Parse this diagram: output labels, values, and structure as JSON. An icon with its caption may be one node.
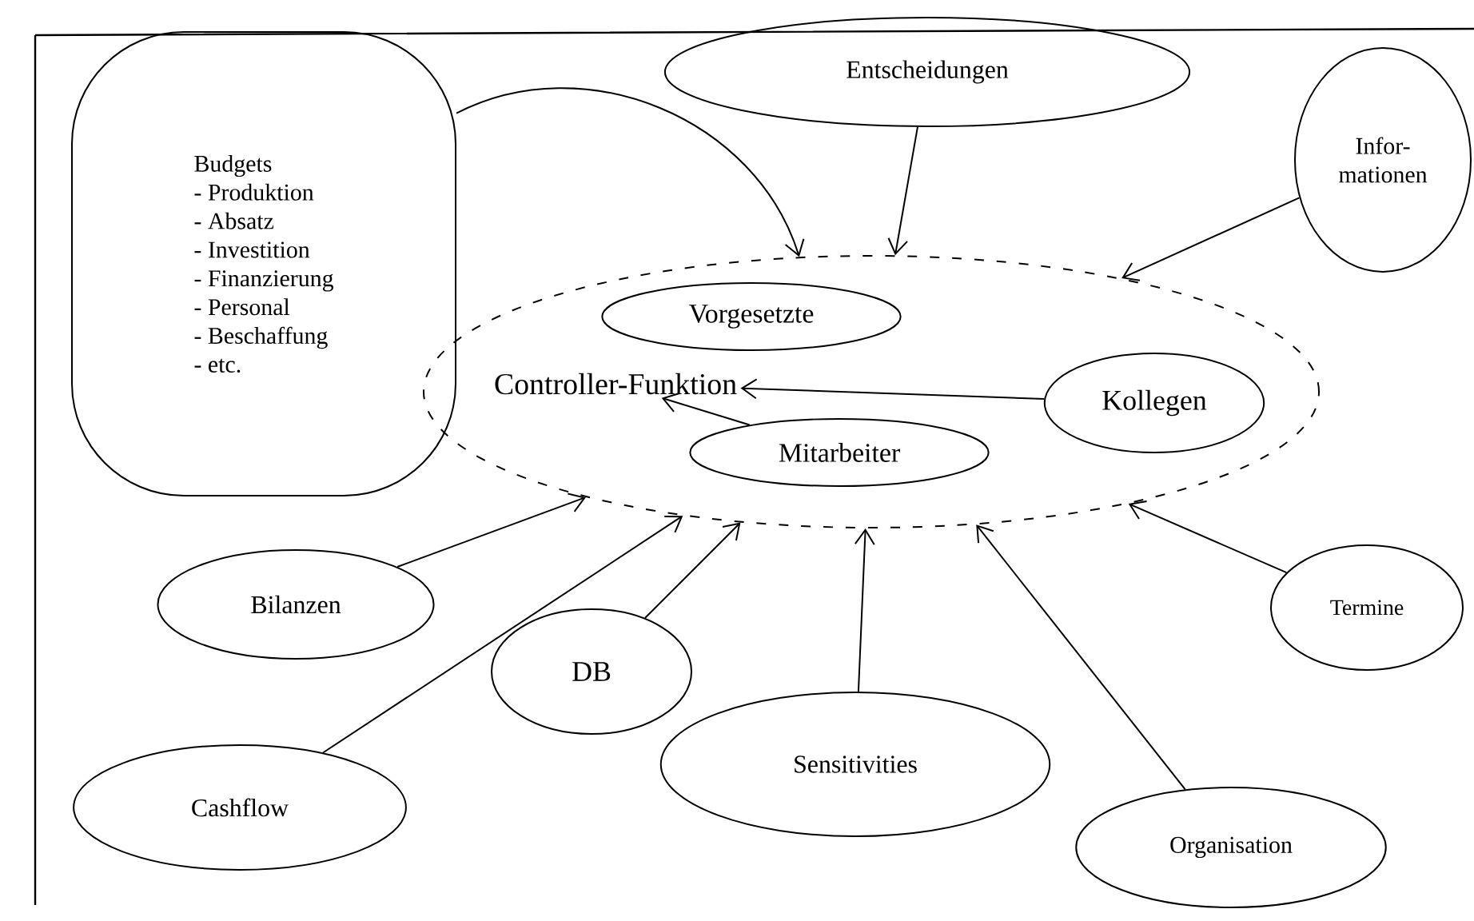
{
  "diagram": {
    "nodes": [
      {
        "text": [
          "Budgets",
          "- Produktion",
          "- Absatz",
          "- Investition",
          "- Finanzierung",
          "- Personal",
          "- Beschaffung",
          "- etc."
        ]
      },
      {
        "text": [
          "Entscheidungen"
        ]
      },
      {
        "text": [
          "Infor- mationen"
        ]
      },
      {
        "text": [],
        "shape": "ellipse"
      },
      {
        "text": [
          "Controller-Funktion"
        ],
        "in": 3
      },
      {
        "text": [
          "Vorgesetzte"
        ],
        "in": 3
      },
      {
        "text": [
          "Mitarbeiter"
        ],
        "in": 3
      },
      {
        "text": [
          "Kollegen"
        ],
        "in": 3
      },
      {
        "text": [
          "Bilanzen"
        ]
      },
      {
        "text": [
          "DB"
        ]
      },
      {
        "text": [
          "Cashflow"
        ]
      },
      {
        "text": [
          "Sensitivities"
        ]
      },
      {
        "text": [
          "Organisation"
        ]
      },
      {
        "text": [
          "Termine"
        ]
      }
    ],
    "edges": [
      {
        "from": 0,
        "to": 3,
        "arrow": "to"
      },
      {
        "from": 1,
        "to": 3,
        "arrow": "to"
      },
      {
        "from": 2,
        "to": 3,
        "arrow": "to"
      },
      {
        "from": 7,
        "to": 4,
        "arrow": "to"
      },
      {
        "from": 6,
        "to": 4,
        "arrow": "to"
      },
      {
        "from": 8,
        "to": 3,
        "arrow": "to"
      },
      {
        "from": 9,
        "to": 3,
        "arrow": "to"
      },
      {
        "from": 10,
        "to": 3,
        "arrow": "to"
      },
      {
        "from": 11,
        "to": 3,
        "arrow": "to"
      },
      {
        "from": 12,
        "to": 3,
        "arrow": "to"
      },
      {
        "from": 13,
        "to": 3,
        "arrow": "to"
      }
    ]
  }
}
